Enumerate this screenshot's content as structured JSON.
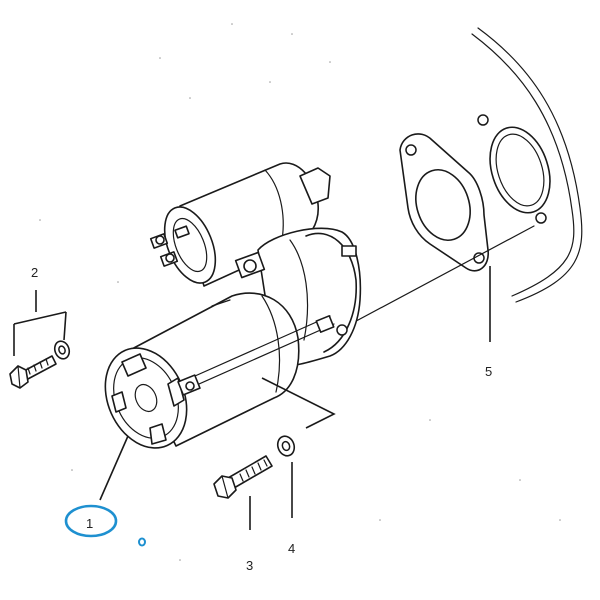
{
  "diagram": {
    "callouts": {
      "c1": "1",
      "c2": "2",
      "c3": "3",
      "c4": "4",
      "c5": "5"
    },
    "highlight_color": "#1e90d0",
    "line_color": "#1a1a1a"
  }
}
